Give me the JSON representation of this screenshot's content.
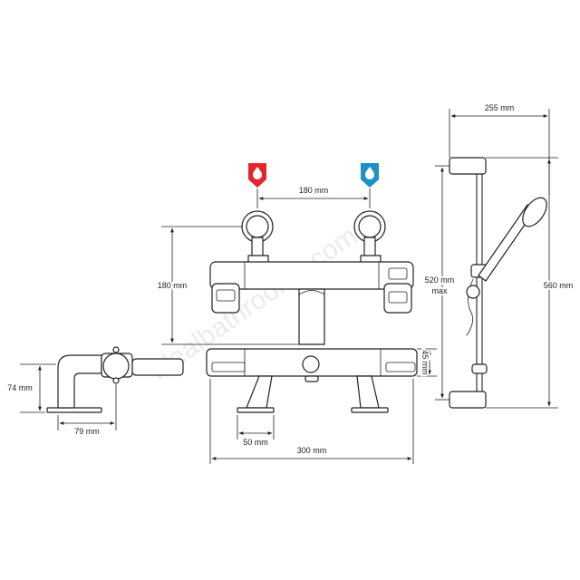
{
  "watermark": "idealbathrooms.com",
  "colors": {
    "hot": "#e2262b",
    "cold": "#1f8fc6",
    "line": "#222222"
  },
  "icons": {
    "hot": "water-drop-hot-icon",
    "cold": "water-drop-cold-icon"
  },
  "dimensions": {
    "inlet_spacing": "180 mm",
    "body_height": "180 mm",
    "side_height": "74 mm",
    "side_depth": "79 mm",
    "leg_width": "50 mm",
    "overall_width": "300 mm",
    "body_depth": "45 mm",
    "rail_max_label": "520 mm",
    "rail_max_suffix": "max",
    "rail_total": "560 mm",
    "rail_projection": "255 mm"
  }
}
